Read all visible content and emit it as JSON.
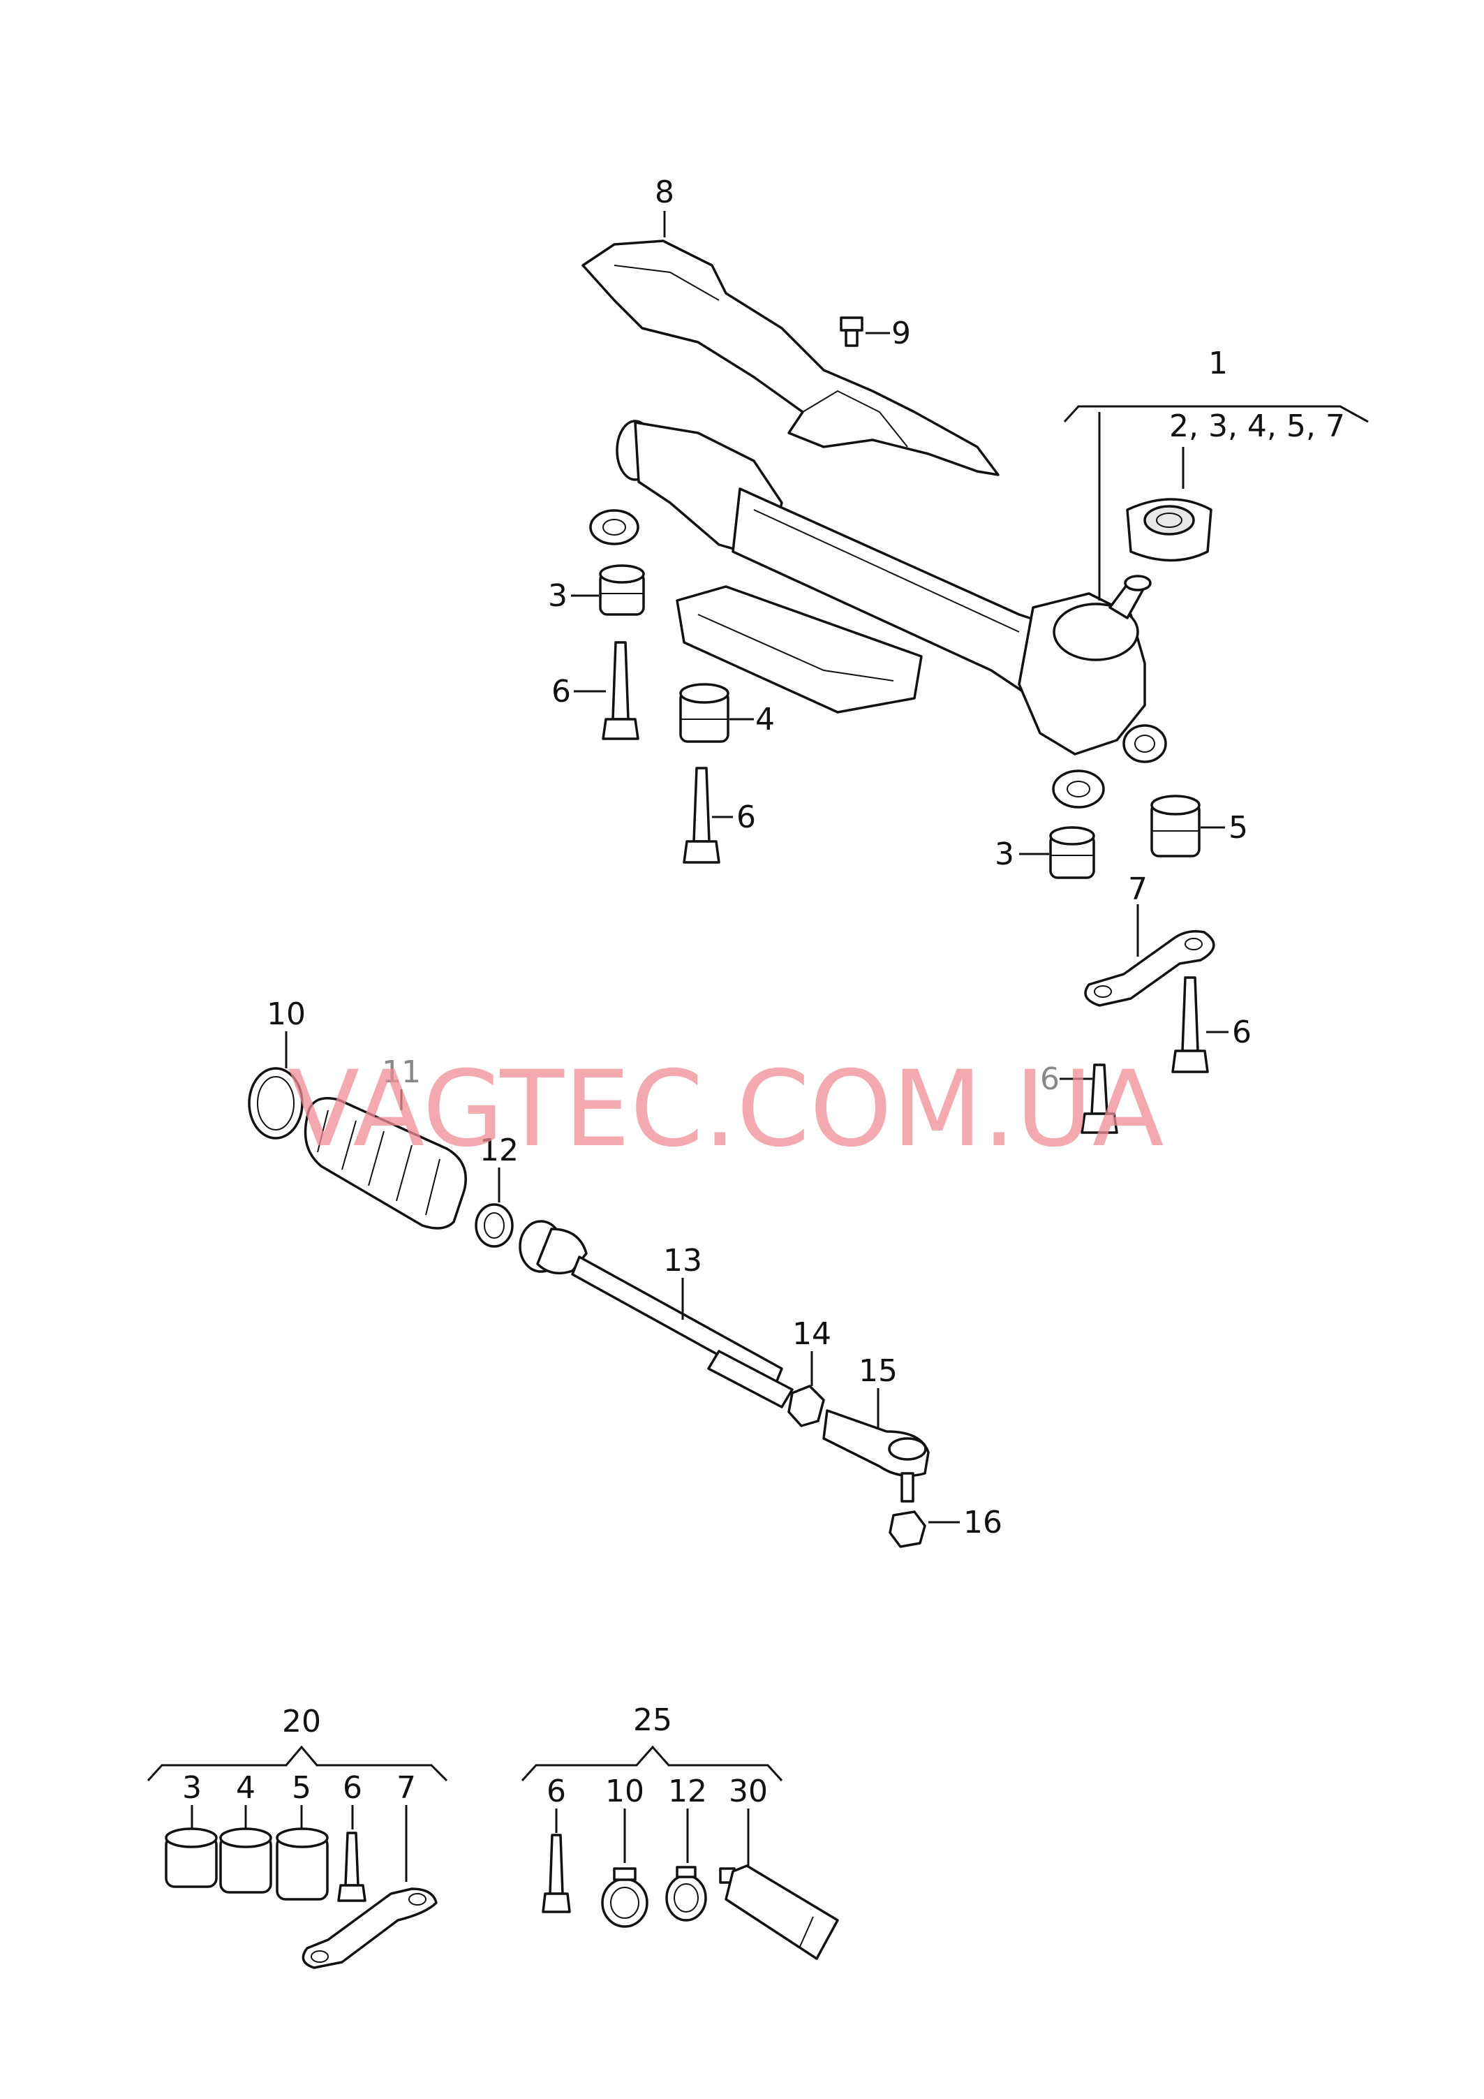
{
  "watermark": "VAGTEC.COM.UA",
  "labels": {
    "l1": "1",
    "l2_3_4_5_7": "2, 3, 4, 5, 7",
    "l3a": "3",
    "l3b": "3",
    "l4": "4",
    "l5": "5",
    "l6a": "6",
    "l6b": "6",
    "l6c": "6",
    "l6d": "6",
    "l7": "7",
    "l8": "8",
    "l9": "9",
    "l10": "10",
    "l11": "11",
    "l12": "12",
    "l13": "13",
    "l14": "14",
    "l15": "15",
    "l16": "16",
    "kit20": "20",
    "kit20_3": "3",
    "kit20_4": "4",
    "kit20_5": "5",
    "kit20_6": "6",
    "kit20_7": "7",
    "kit25": "25",
    "kit25_6": "6",
    "kit25_10": "10",
    "kit25_12": "12",
    "kit25_30": "30"
  }
}
